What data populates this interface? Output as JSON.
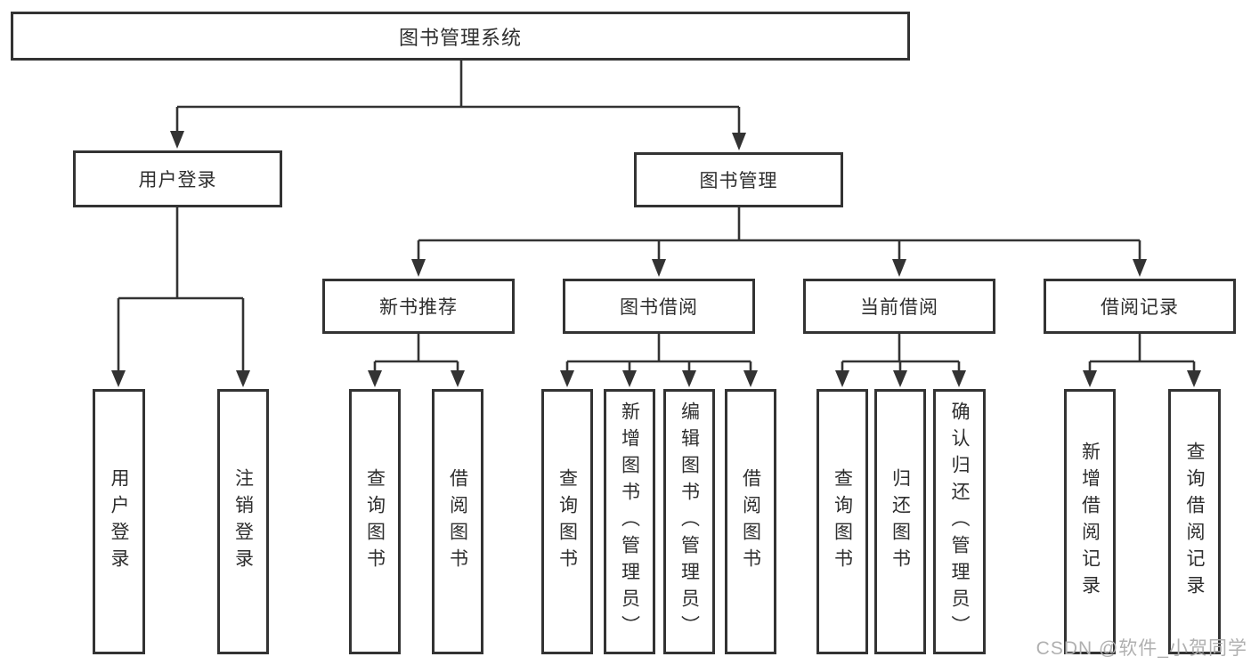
{
  "title": "图书管理系统",
  "level2": {
    "login": {
      "label": "用户登录"
    },
    "management": {
      "label": "图书管理"
    }
  },
  "login_children": [
    {
      "label": "用户登录"
    },
    {
      "label": "注销登录"
    }
  ],
  "sections": [
    {
      "label": "新书推荐",
      "children": [
        {
          "label": "查询图书"
        },
        {
          "label": "借阅图书"
        }
      ]
    },
    {
      "label": "图书借阅",
      "children": [
        {
          "label": "查询图书"
        },
        {
          "label": "新增图书（管理员）"
        },
        {
          "label": "编辑图书（管理员）"
        },
        {
          "label": "借阅图书"
        }
      ]
    },
    {
      "label": "当前借阅",
      "children": [
        {
          "label": "查询图书"
        },
        {
          "label": "归还图书"
        },
        {
          "label": "确认归还（管理员）"
        }
      ]
    },
    {
      "label": "借阅记录",
      "children": [
        {
          "label": "新增借阅记录"
        },
        {
          "label": "查询借阅记录"
        }
      ]
    }
  ],
  "watermark": "CSDN @软件_小贺同学",
  "colors": {
    "line": "#333333",
    "text": "#2e2e2e",
    "background": "#ffffff",
    "watermark": "#b0b0b0"
  }
}
